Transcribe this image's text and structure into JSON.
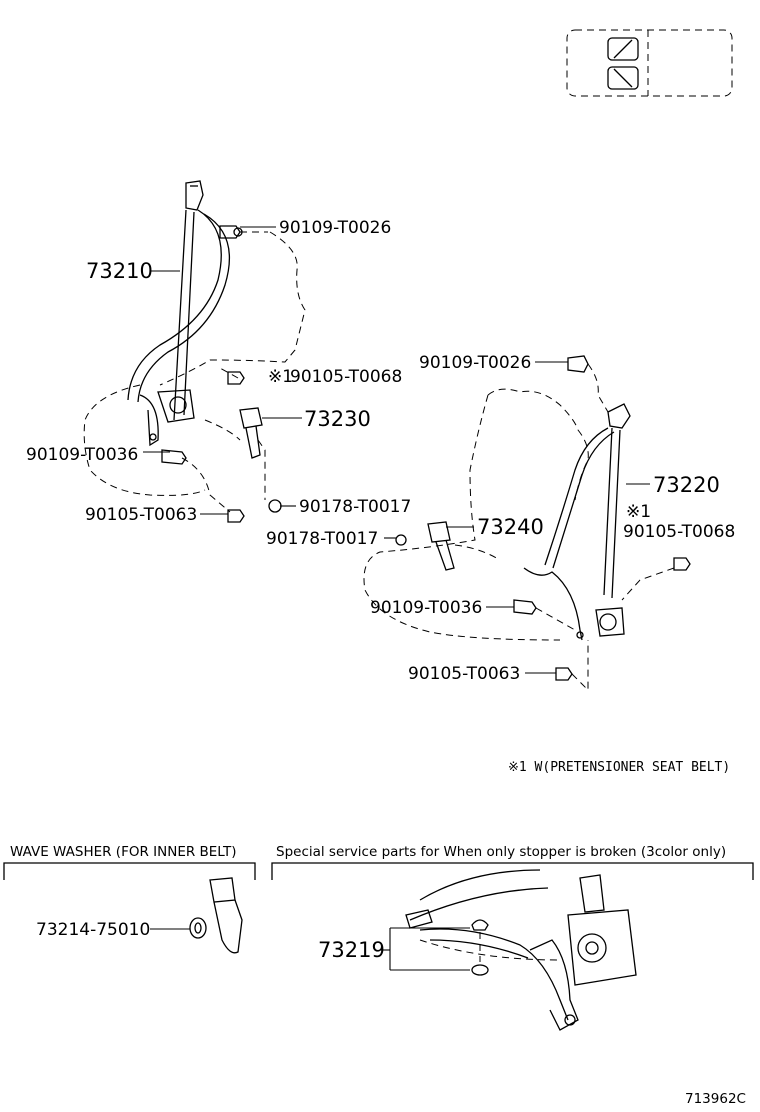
{
  "diagram": {
    "parts": {
      "p73210": "73210",
      "p90109_T0026_a": "90109-T0026",
      "p90105_T0068_a": "90105-T0068",
      "p73230": "73230",
      "p90109_T0036_a": "90109-T0036",
      "p90178_T0017_a": "90178-T0017",
      "p90105_T0063_a": "90105-T0063",
      "p90109_T0026_b": "90109-T0026",
      "p73220": "73220",
      "p90105_T0068_b": "90105-T0068",
      "p90178_T0017_b": "90178-T0017",
      "p73240": "73240",
      "p90109_T0036_b": "90109-T0036",
      "p90105_T0063_b": "90105-T0063",
      "p73214_75010": "73214-75010",
      "p73219": "73219"
    },
    "note_mark_a": "※1",
    "note_mark_b": "※1",
    "footnote": "※1 W(PRETENSIONER SEAT BELT)",
    "section_wave_washer": "WAVE WASHER (FOR INNER BELT)",
    "section_special": "Special service parts for When only stopper is broken (3color only)",
    "figure_id": "713962C"
  }
}
